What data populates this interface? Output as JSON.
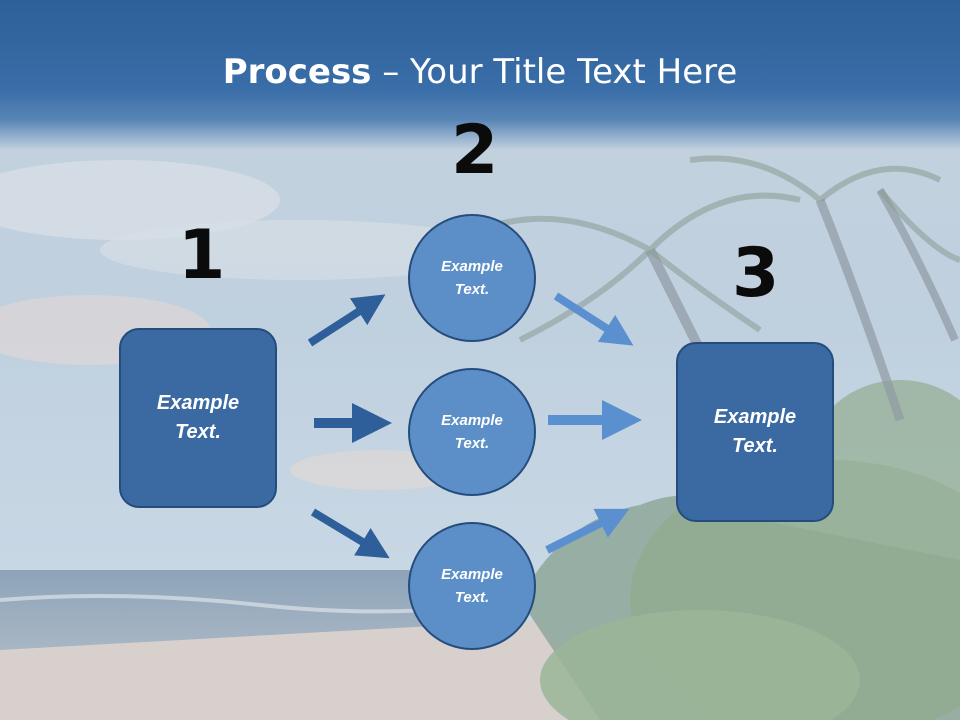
{
  "title": {
    "bold": "Process",
    "rest": " – Your Title Text Here"
  },
  "steps": {
    "num1": "1",
    "num2": "2",
    "num3": "3"
  },
  "nodes": {
    "left_box": "Example\nText.",
    "circle_top": "Example\nText.",
    "circle_mid": "Example\nText.",
    "circle_bot": "Example\nText.",
    "right_box": "Example\nText."
  },
  "colors": {
    "title_band": "#2d5f98",
    "box_fill": "#3b6aa3",
    "circle_fill": "#5c8fc8",
    "arrow_dark": "#2f5f9a",
    "arrow_light": "#5a8fd0"
  }
}
